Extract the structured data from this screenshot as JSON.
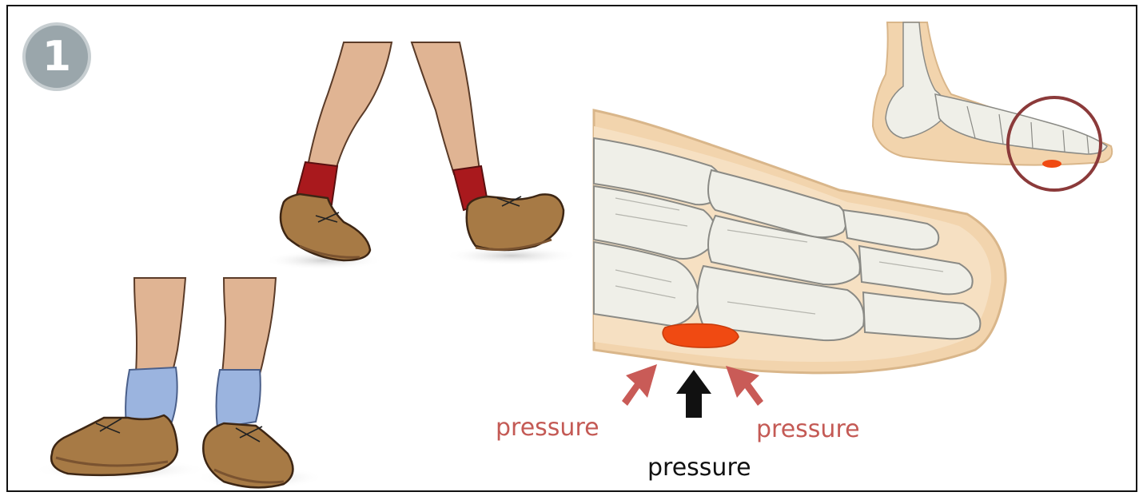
{
  "step_number": "1",
  "labels": {
    "pressure_left": "pressure",
    "pressure_right": "pressure",
    "pressure_bottom": "pressure"
  },
  "colors": {
    "skin": "#e0b493",
    "skin_shadow": "#c99a78",
    "red_sock": "#a9191d",
    "blue_sock": "#9bb4df",
    "shoe": "#a77a45",
    "shoe_dark": "#7a5330",
    "bone": "#efefe8",
    "bone_line": "#8a8a85",
    "flesh": "#f2d4ad",
    "flesh_line": "#d9b68a",
    "callus": "#f04a12",
    "arrow_red": "#c95b57",
    "arrow_black": "#111111",
    "circle": "#8b3a3a",
    "badge": "#9aa6ab"
  }
}
